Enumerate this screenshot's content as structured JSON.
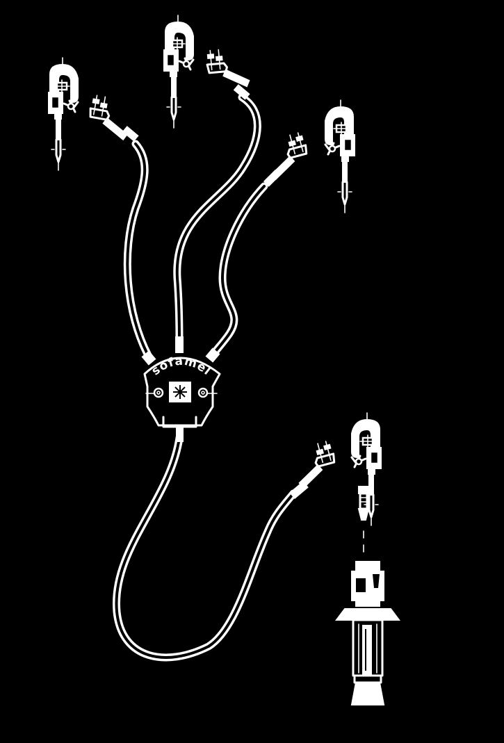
{
  "figure": {
    "background": "#000000",
    "ink": "#ffffff",
    "components": [
      "phase-clamp",
      "phase-clamp",
      "phase-clamp",
      "earth-clamp",
      "junction-box",
      "insulating-handle"
    ]
  },
  "junction": {
    "logo_text": "sofamel"
  }
}
